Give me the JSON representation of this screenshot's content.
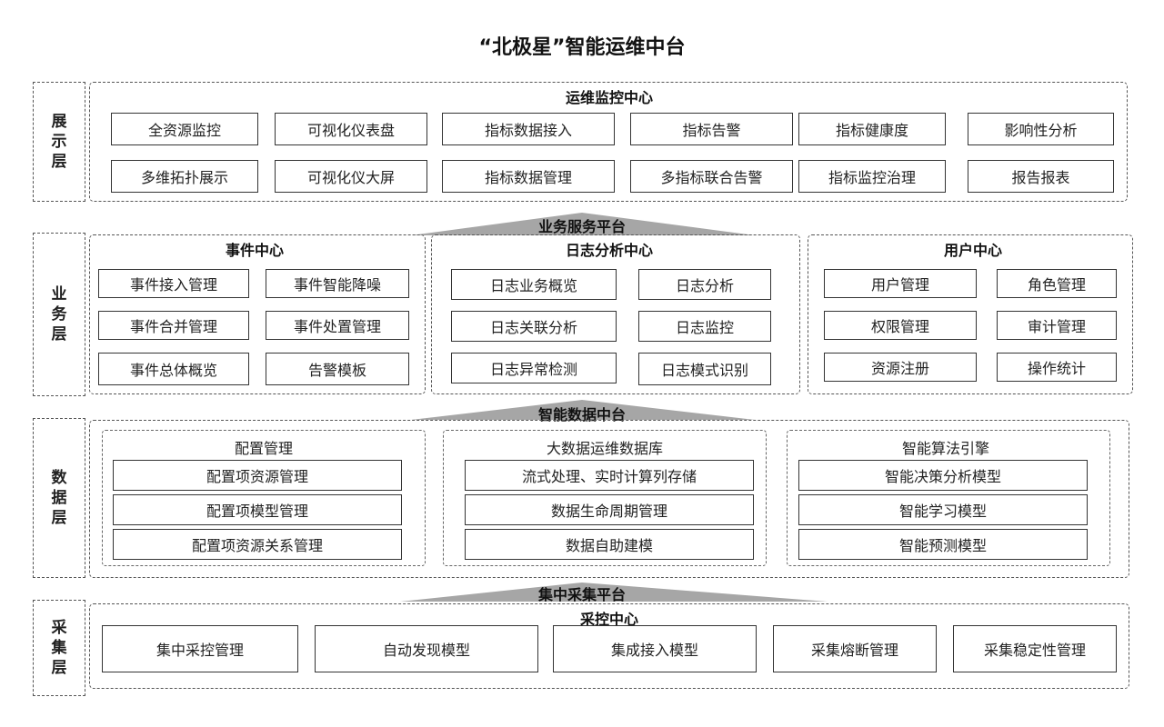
{
  "title": "“北极星”智能运维中台",
  "layers": {
    "display": "展\n示\n层",
    "business": "业\n务\n层",
    "data": "数\n据\n层",
    "collect": "采\n集\n层"
  },
  "display": {
    "header": "运维监控中心",
    "row1": [
      "全资源监控",
      "可视化仪表盘",
      "指标数据接入",
      "指标告警",
      "指标健康度",
      "影响性分析"
    ],
    "row2": [
      "多维拓扑展示",
      "可视化仪大屏",
      "指标数据管理",
      "多指标联合告警",
      "指标监控治理",
      "报告报表"
    ]
  },
  "bands": {
    "business": "业务服务平台",
    "data": "智能数据中台",
    "collect": "集中采集平台"
  },
  "business": {
    "event": {
      "header": "事件中心",
      "items": [
        "事件接入管理",
        "事件智能降噪",
        "事件合并管理",
        "事件处置管理",
        "事件总体概览",
        "告警模板"
      ]
    },
    "log": {
      "header": "日志分析中心",
      "items": [
        "日志业务概览",
        "日志分析",
        "日志关联分析",
        "日志监控",
        "日志异常检测",
        "日志模式识别"
      ]
    },
    "user": {
      "header": "用户中心",
      "items": [
        "用户管理",
        "角色管理",
        "权限管理",
        "审计管理",
        "资源注册",
        "操作统计"
      ]
    }
  },
  "data": {
    "config": {
      "header": "配置管理",
      "items": [
        "配置项资源管理",
        "配置项模型管理",
        "配置项资源关系管理"
      ]
    },
    "bigdata": {
      "header": "大数据运维数据库",
      "items": [
        "流式处理、实时计算列存储",
        "数据生命周期管理",
        "数据自助建模"
      ]
    },
    "ai": {
      "header": "智能算法引擎",
      "items": [
        "智能决策分析模型",
        "智能学习模型",
        "智能预测模型"
      ]
    }
  },
  "collect": {
    "header": "采控中心",
    "items": [
      "集中采控管理",
      "自动发现模型",
      "集成接入模型",
      "采集熔断管理",
      "采集稳定性管理"
    ]
  },
  "colors": {
    "band_fill": "#a6a6a6",
    "border": "#333333"
  }
}
